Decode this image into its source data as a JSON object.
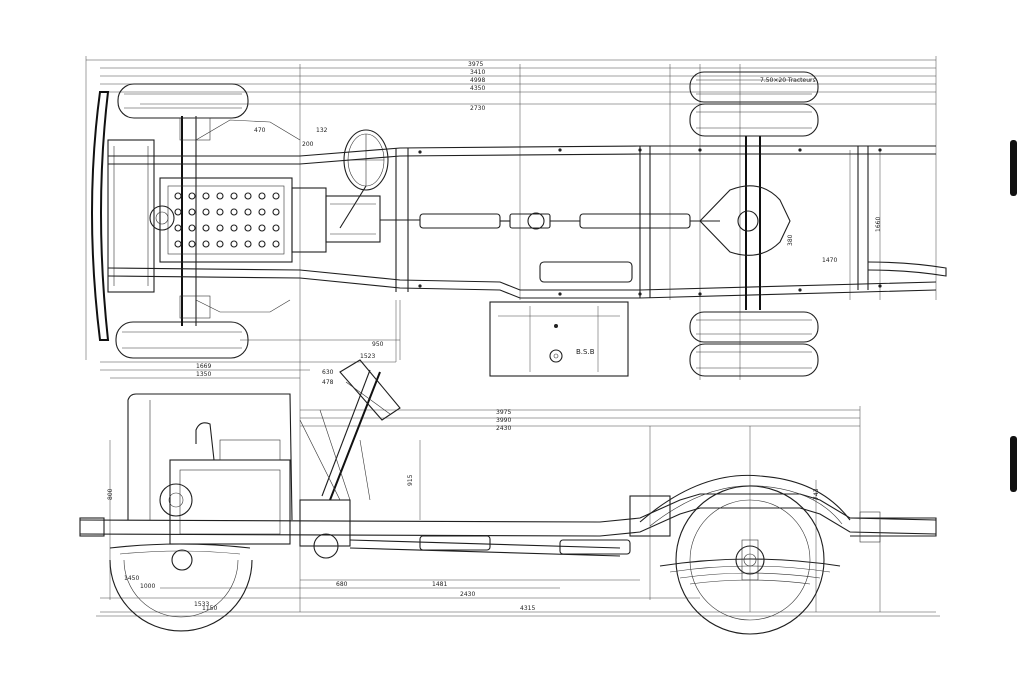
{
  "drawing": {
    "plan_view": {
      "dimensions": [
        "3975",
        "3410",
        "4998",
        "4350",
        "2730",
        "1669",
        "1350",
        "1523",
        "950",
        "1470",
        "1660",
        "470",
        "200",
        "132",
        "380"
      ],
      "tire_label": "7.50×20 Tracteurs",
      "plate_label": "B.S.B"
    },
    "side_view": {
      "dimensions": [
        "3975",
        "3990",
        "2430",
        "1450",
        "1000",
        "680",
        "1481",
        "2430",
        "4315",
        "630",
        "478",
        "915",
        "800",
        "1150",
        "1533",
        "743"
      ]
    }
  }
}
